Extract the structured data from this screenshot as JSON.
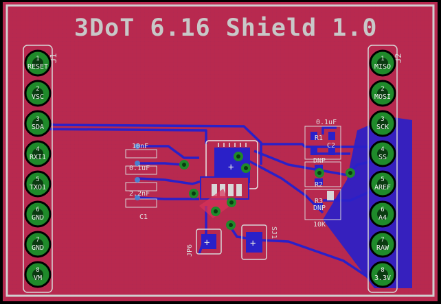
{
  "board": {
    "title": "3DoT 6.16 Shield 1.0",
    "colors": {
      "background": "#000000",
      "board": "#b8294f",
      "outline": "#d8d8d8",
      "silk": "#c8c8c8",
      "pad_ring": "#1f8a2a",
      "pad_hole": "#0a3a10",
      "trace": "#2a20c8",
      "pour": "#2a20c8",
      "grid": "#9a2a58",
      "label_text": "#f0f0f0"
    }
  },
  "header_j1": {
    "ref": "J1",
    "pins": [
      {
        "num": "1",
        "name": "RESET"
      },
      {
        "num": "2",
        "name": "VSC"
      },
      {
        "num": "3",
        "name": "SDA"
      },
      {
        "num": "4",
        "name": "RXI1"
      },
      {
        "num": "5",
        "name": "TXO1"
      },
      {
        "num": "6",
        "name": "GND"
      },
      {
        "num": "7",
        "name": "GND"
      },
      {
        "num": "8",
        "name": "VM"
      }
    ]
  },
  "header_j2": {
    "ref": "J2",
    "pins": [
      {
        "num": "1",
        "name": "MISO"
      },
      {
        "num": "2",
        "name": "MOSI"
      },
      {
        "num": "3",
        "name": "SCK"
      },
      {
        "num": "4",
        "name": "SS"
      },
      {
        "num": "5",
        "name": "AREF"
      },
      {
        "num": "6",
        "name": "A4"
      },
      {
        "num": "7",
        "name": "RAW"
      },
      {
        "num": "8",
        "name": "3.3V"
      }
    ]
  },
  "components": {
    "c_top": "10nF",
    "c_mid": "0.1uF",
    "c_low": "2.2nF",
    "c1": "C1",
    "c_right_top": "0.1uF",
    "r1": "R1",
    "c2": "C2",
    "dnp_top": "DNP",
    "r2": "R2",
    "r3": "R3",
    "dnp_bottom": "DNP",
    "r_value": "10K",
    "jp6": "JP6",
    "sj1": "SJ1"
  }
}
